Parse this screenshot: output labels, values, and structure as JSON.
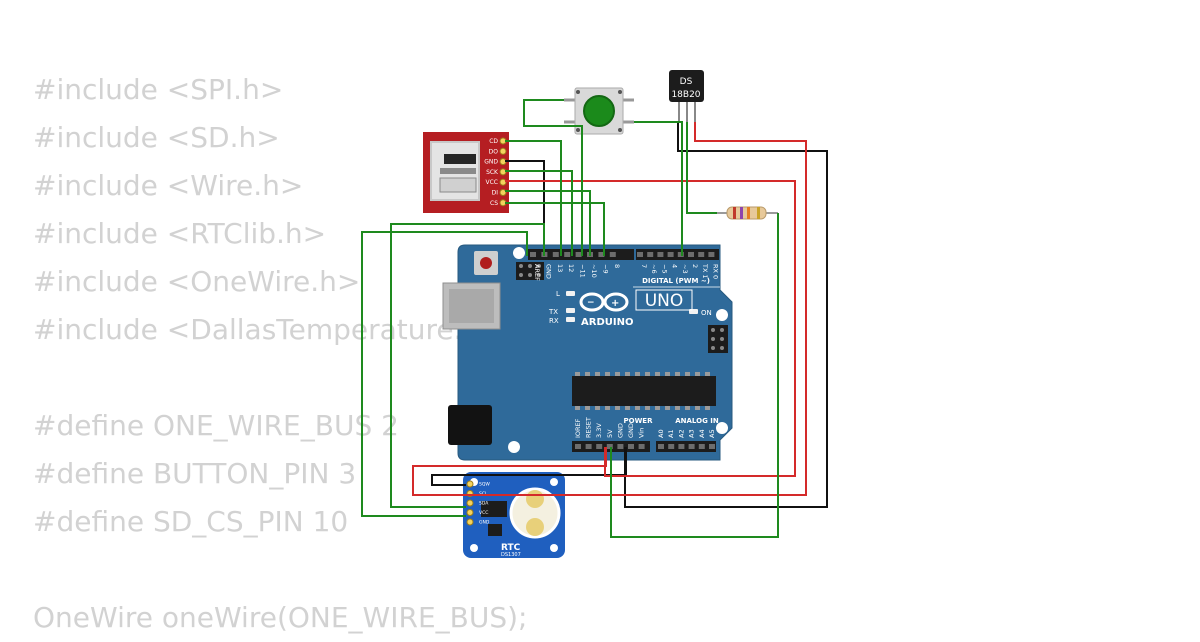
{
  "code_lines": [
    "#include <SPI.h>",
    "#include <SD.h>",
    "#include <Wire.h>",
    "#include <RTClib.h>",
    "#include <OneWire.h>",
    "#include <DallasTemperature.h>",
    "",
    "#define ONE_WIRE_BUS 2",
    "#define BUTTON_PIN 3",
    "#define SD_CS_PIN 10",
    "",
    "OneWire oneWire(ONE_WIRE_BUS);"
  ],
  "sd_module": {
    "pins": [
      "CD",
      "DO",
      "GND",
      "SCK",
      "VCC",
      "DI",
      "CS"
    ]
  },
  "ds18b20": {
    "label_line1": "DS",
    "label_line2": "18B20"
  },
  "arduino": {
    "brand": "ARDUINO",
    "model": "UNO",
    "digital_label": "DIGITAL (PWM ~)",
    "power_label": "POWER",
    "analog_label": "ANALOG IN",
    "on_label": "ON",
    "l_label": "L",
    "tx_label": "TX",
    "rx_label": "RX",
    "top_pins": [
      "AREF",
      "GND",
      "13",
      "12",
      "~11",
      "~10",
      "~9",
      "8",
      "7",
      "~6",
      "~5",
      "4",
      "~3",
      "2",
      "TX 1",
      "RX 0"
    ],
    "bottom_pins": [
      "IOREF",
      "RESET",
      "3.3V",
      "5V",
      "GND",
      "GND",
      "Vin",
      "A0",
      "A1",
      "A2",
      "A3",
      "A4",
      "A5"
    ]
  },
  "rtc_module": {
    "label": "RTC",
    "chip": "DS1307",
    "pins": [
      "SQW",
      "SCL",
      "SDA",
      "VCC",
      "GND"
    ]
  },
  "colors": {
    "code_text": "#d2d2d2",
    "arduino_board": "#2f6a9a",
    "wire_green": "#1e8a1e",
    "wire_red": "#d42a2a",
    "wire_black": "#111111",
    "sd_board": "#b51e22",
    "rtc_board": "#1f5fbf",
    "button_cap": "#1b8a1b"
  }
}
